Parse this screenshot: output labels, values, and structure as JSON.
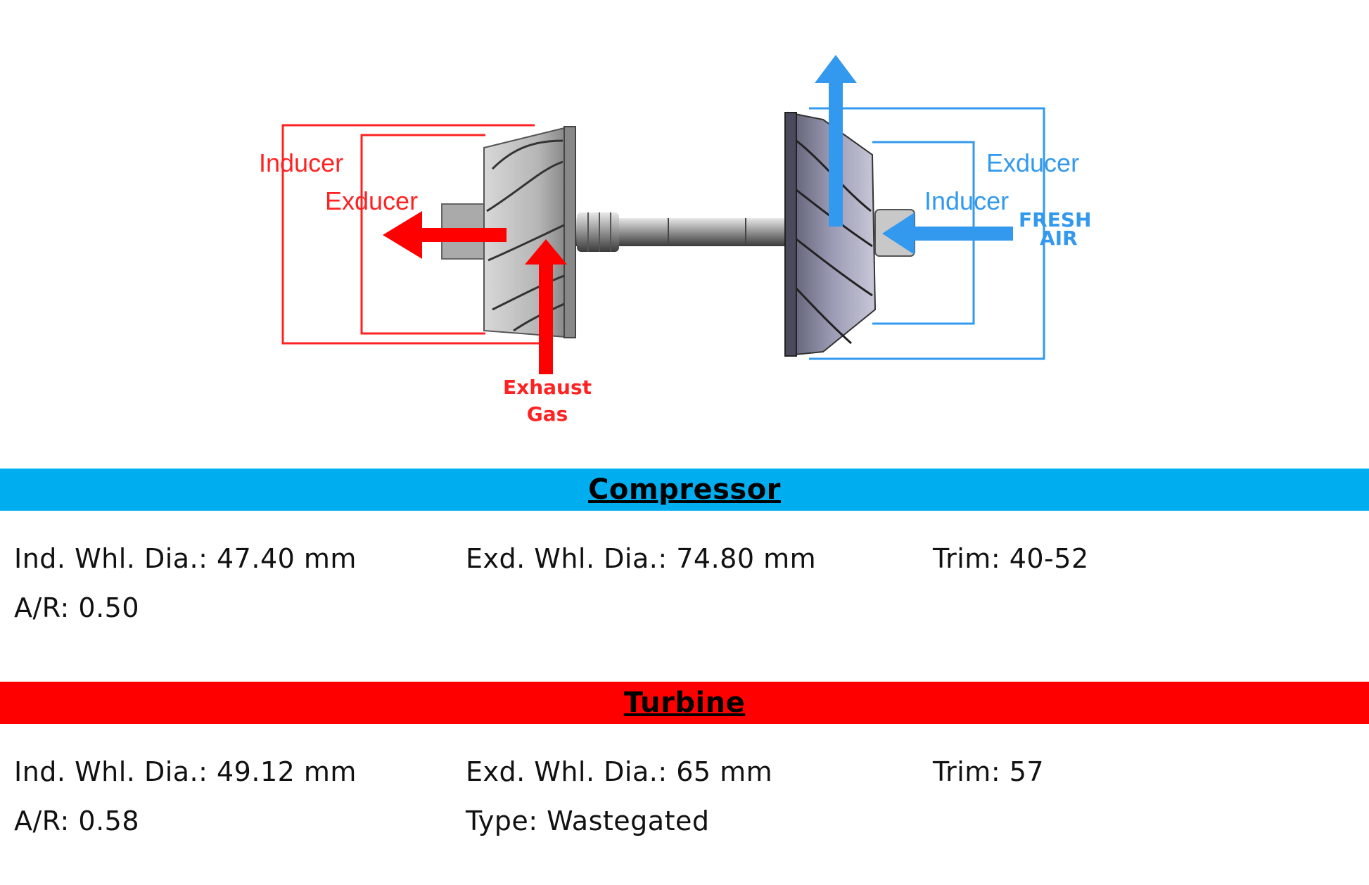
{
  "diagram": {
    "turbine_side": {
      "inducer_label": "Inducer",
      "exducer_label": "Exducer",
      "exhaust_label_line1": "Exhaust",
      "exhaust_label_line2": "Gas",
      "color": "#ff1a1a"
    },
    "compressor_side": {
      "exducer_label": "Exducer",
      "inducer_label": "Inducer",
      "fresh_label_line1": "FRESH",
      "fresh_label_line2": "AIR",
      "color": "#3399ee"
    }
  },
  "compressor": {
    "title": "Compressor",
    "band_color": "#00aeef",
    "ind_whl_dia": "Ind. Whl. Dia.: 47.40 mm",
    "exd_whl_dia": "Exd. Whl. Dia.: 74.80 mm",
    "trim": "Trim: 40-52",
    "ar": "A/R: 0.50"
  },
  "turbine": {
    "title": "Turbine",
    "band_color": "#ff0000",
    "ind_whl_dia": "Ind. Whl. Dia.: 49.12 mm",
    "exd_whl_dia": "Exd. Whl. Dia.: 65 mm",
    "trim": "Trim: 57",
    "ar": "A/R: 0.58",
    "type": "Type: Wastegated"
  }
}
